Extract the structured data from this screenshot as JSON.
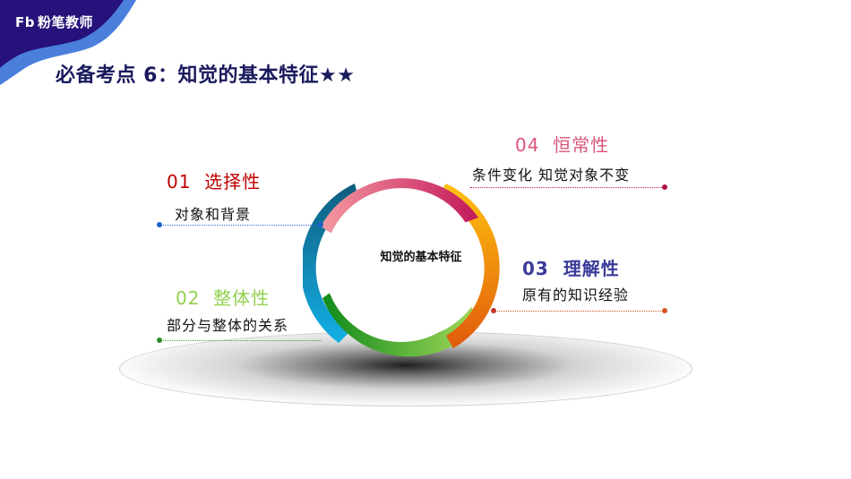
{
  "header": {
    "logo_mark": "Fb",
    "logo_text": "粉笔教师",
    "title": "必备考点 6：知觉的基本特征★★"
  },
  "diagram": {
    "center_label": "知觉的基本特征",
    "items": [
      {
        "number": "01",
        "name": "选择性",
        "desc": "对象和背景",
        "color": "#c00000"
      },
      {
        "number": "02",
        "name": "整体性",
        "desc": "部分与整体的关系",
        "color": "#92d050"
      },
      {
        "number": "03",
        "name": "理解性",
        "desc": "原有的知识经验",
        "color": "#3b3b9a"
      },
      {
        "number": "04",
        "name": "恒常性",
        "desc": "条件变化  知觉对象不变",
        "color": "#d9547a"
      }
    ],
    "ring_colors": {
      "blue": "#0a94c9",
      "pink": "#e8647a",
      "orange": "#f7941d",
      "green": "#3aaa35"
    }
  }
}
